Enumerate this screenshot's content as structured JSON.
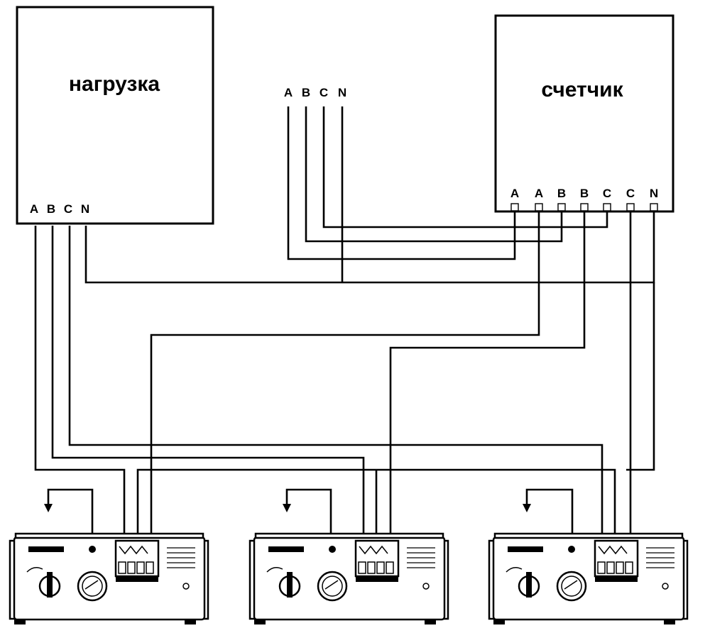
{
  "load": {
    "title": "нагрузка",
    "terminals": [
      "A",
      "B",
      "C",
      "N"
    ]
  },
  "source": {
    "terminals": [
      "A",
      "B",
      "C",
      "N"
    ]
  },
  "meter": {
    "title": "счетчик",
    "terminals": [
      "A",
      "A",
      "B",
      "B",
      "C",
      "C",
      "N"
    ]
  },
  "stabilizers": [
    {
      "id": "stabilizer-1"
    },
    {
      "id": "stabilizer-2"
    },
    {
      "id": "stabilizer-3"
    }
  ]
}
